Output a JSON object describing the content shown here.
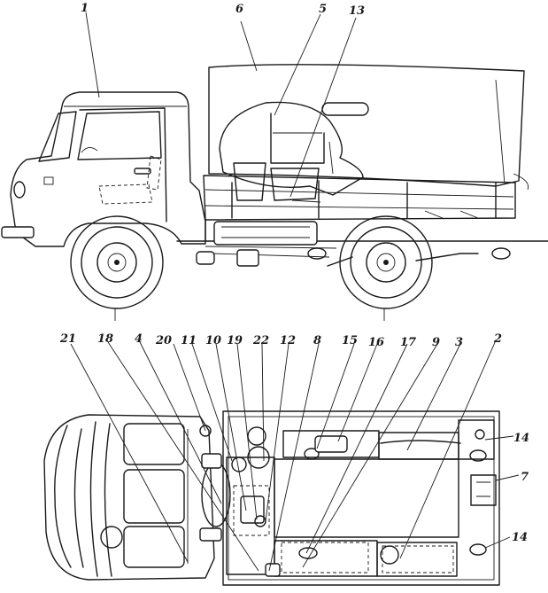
{
  "callouts": {
    "c1": "1",
    "c6": "6",
    "c5": "5",
    "c13": "13",
    "c21": "21",
    "c18": "18",
    "c4": "4",
    "c20": "20",
    "c11": "11",
    "c10": "10",
    "c19": "19",
    "c22": "22",
    "c12": "12",
    "c8": "8",
    "c15": "15",
    "c16": "16",
    "c17": "17",
    "c9": "9",
    "c3": "3",
    "c2": "2",
    "c14a": "14",
    "c7": "7",
    "c14b": "14"
  },
  "colors": {
    "ink": "#1a1a1a",
    "paper": "#ffffff"
  }
}
